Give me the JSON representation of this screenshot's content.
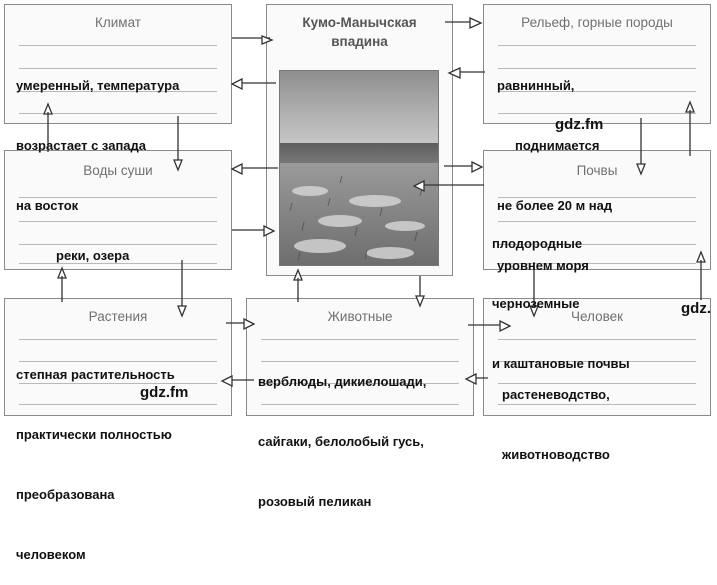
{
  "diagram": {
    "center_title_1": "Кумо-Манычская",
    "center_title_2": "впадина",
    "boxes": {
      "climate": {
        "title": "Климат",
        "answer": [
          "умеренный, температура",
          "возрастает с запада",
          "на восток"
        ]
      },
      "relief": {
        "title": "Рельеф, горные породы",
        "answer": [
          "равнинный,",
          "поднимается",
          "не более 20 м над",
          "уровнем моря"
        ]
      },
      "waters": {
        "title": "Воды суши",
        "answer": [
          "реки, озера"
        ]
      },
      "soils": {
        "title": "Почвы",
        "answer": [
          "плодородные",
          "черноземные",
          "и каштановые почвы"
        ]
      },
      "plants": {
        "title": "Растения",
        "answer": [
          "степная растительность",
          "практически полностью",
          "преобразована",
          "человеком"
        ]
      },
      "animals": {
        "title": "Животные",
        "answer": [
          "верблюды, дикиелошади,",
          "сайгаки, белолобый гусь,",
          "розовый пеликан"
        ]
      },
      "human": {
        "title": "Человек",
        "answer": [
          "растеневодство,",
          "животноводство"
        ]
      }
    },
    "watermarks": [
      "gdz.fm",
      "gdz.fm",
      "gdz."
    ],
    "photo_icon": "steppe-landscape-photo"
  }
}
